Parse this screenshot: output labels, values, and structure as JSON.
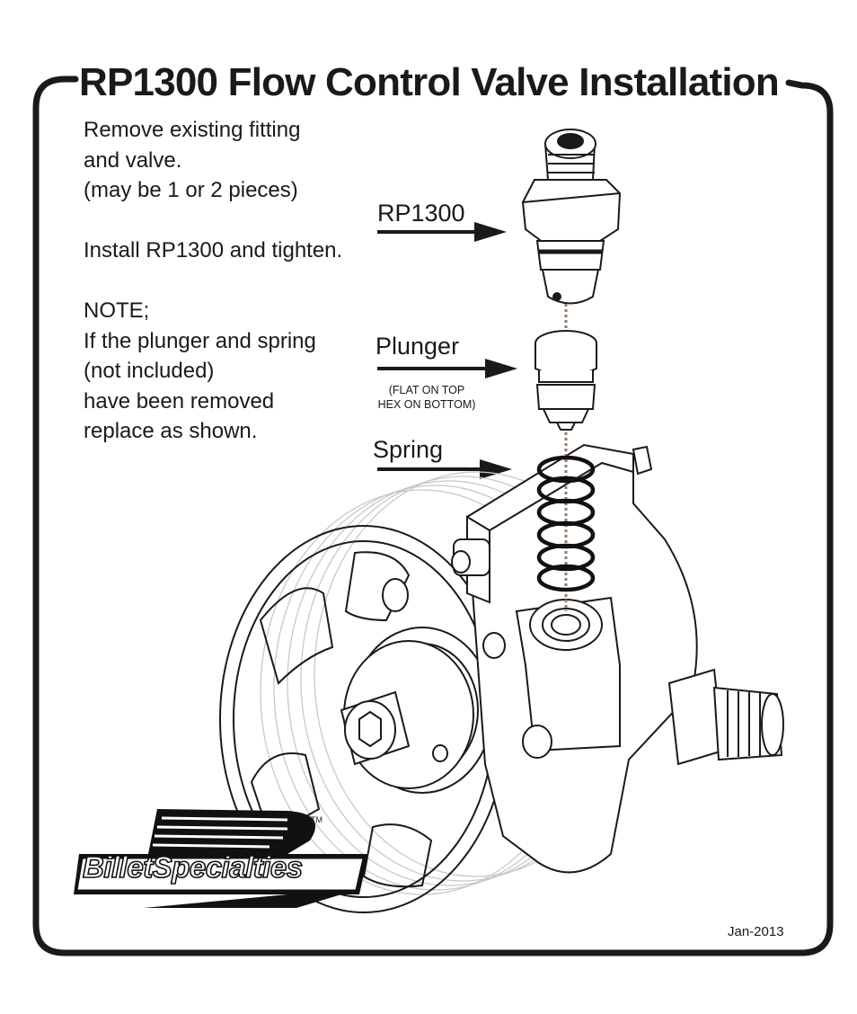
{
  "title": "RP1300 Flow Control Valve Installation",
  "instructions": {
    "line1": "Remove existing fitting",
    "line2": "and valve.",
    "line3": "(may be  1 or 2 pieces)",
    "line4": "Install RP1300 and tighten.",
    "line5": "NOTE;",
    "line6": "If the plunger and spring",
    "line7": "(not included)",
    "line8": "have been removed",
    "line9": "replace as shown."
  },
  "labels": {
    "rp1300": "RP1300",
    "plunger": "Plunger",
    "plunger_note_1": "(FLAT ON TOP",
    "plunger_note_2": "HEX ON BOTTOM)",
    "spring": "Spring"
  },
  "logo": {
    "text": "BilletSpecialties",
    "tm": "TM"
  },
  "date": "Jan-2013",
  "colors": {
    "ink": "#1a1a1a",
    "dash": "#9a7a66",
    "ghost": "#bdbdbd"
  }
}
